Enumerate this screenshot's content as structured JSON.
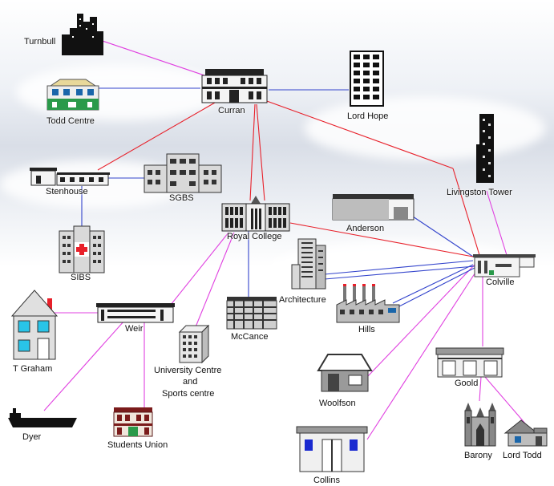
{
  "buildings": {
    "turnbull": "Turnbull",
    "todd_centre": "Todd Centre",
    "curran": "Curran",
    "lord_hope": "Lord Hope",
    "livingston_tower": "Livingston Tower",
    "stenhouse": "Stenhouse",
    "sgbs": "SGBS",
    "royal_college": "Royal College",
    "anderson": "Anderson",
    "sibs": "SIBS",
    "colville": "Colville",
    "architecture": "Architecture",
    "hills": "Hills",
    "t_graham": "T Graham",
    "weir": "Weir",
    "university_centre_l1": "University Centre",
    "university_centre_l2": "and",
    "university_centre_l3": "Sports centre",
    "mccance": "McCance",
    "woolfson": "Woolfson",
    "goold": "Goold",
    "dyer": "Dyer",
    "students_union": "Students Union",
    "collins": "Collins",
    "barony": "Barony",
    "lord_todd": "Lord Todd"
  },
  "colors": {
    "link_red": "#e8202a",
    "link_magenta": "#e040e0",
    "link_blue": "#3344cc"
  }
}
